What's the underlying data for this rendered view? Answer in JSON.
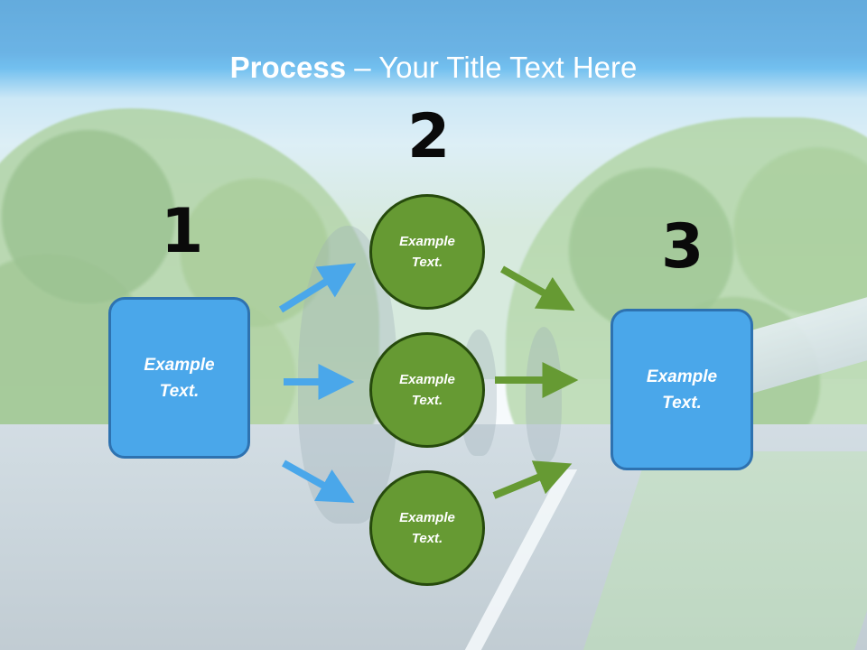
{
  "slide": {
    "title_bold": "Process",
    "title_rest": " – Your Title Text Here"
  },
  "steps": [
    {
      "number": "1",
      "text": "Example Text."
    },
    {
      "number": "2",
      "circles": [
        "Example Text.",
        "Example Text.",
        "Example Text."
      ]
    },
    {
      "number": "3",
      "text": "Example Text."
    }
  ],
  "colors": {
    "title_bar": "#1f86cf",
    "box_fill": "#4aa7ea",
    "box_border": "#2e72b0",
    "circle_fill": "#669a33",
    "circle_border": "#264a0c",
    "blue_arrow": "#4aa7ea",
    "green_arrow": "#669a33"
  }
}
